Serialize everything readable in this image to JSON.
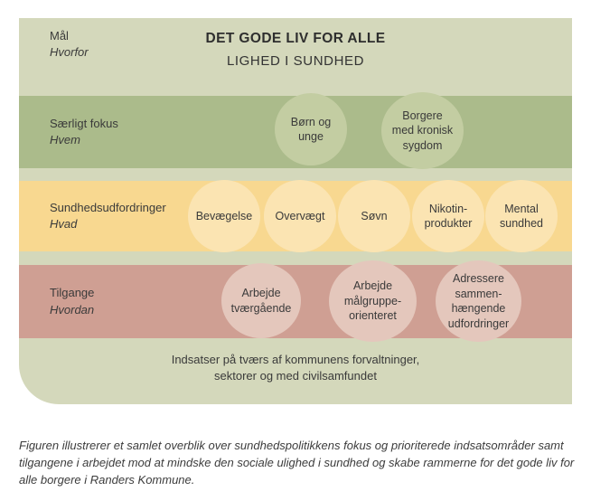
{
  "figure": {
    "title": "DET GODE LIV FOR ALLE",
    "subtitle": "LIGHED I SUNDHED",
    "rows": [
      {
        "label": "Mål",
        "sublabel": "Hvorfor"
      },
      {
        "label": "Særligt fokus",
        "sublabel": "Hvem",
        "band_color": "#abbb8b",
        "circle_color": "#c3cda2",
        "circles": [
          {
            "label": "Børn og\nunge"
          },
          {
            "label": "Borgere\nmed kronisk\nsygdom"
          }
        ]
      },
      {
        "label": "Sundhedsudfordringer",
        "sublabel": "Hvad",
        "band_color": "#f8d890",
        "circle_color": "#fbe4b2",
        "circles": [
          {
            "label": "Bevægelse"
          },
          {
            "label": "Overvægt"
          },
          {
            "label": "Søvn"
          },
          {
            "label": "Nikotin-\nprodukter"
          },
          {
            "label": "Mental\nsundhed"
          }
        ]
      },
      {
        "label": "Tilgange",
        "sublabel": "Hvordan",
        "band_color": "#cf9f93",
        "circle_color": "#e4c7bc",
        "circles": [
          {
            "label": "Arbejde\ntværgående"
          },
          {
            "label": "Arbejde\nmålgruppe-\norienteret"
          },
          {
            "label": "Adressere\nsammen-\nhængende\nudfordringer"
          }
        ]
      }
    ],
    "footer_note": "Indsatser på tværs af kommunens forvaltninger,\nsektorer og med civilsamfundet",
    "panel_color": "#d4d8bb"
  },
  "caption": "Figuren illustrerer et samlet overblik over sundhedspolitikkens fokus og prioriterede indsatsområder samt tilgangene i arbejdet mod at mindske den sociale ulighed i sundhed og skabe rammerne for det gode liv for alle borgere i Randers Kommune."
}
